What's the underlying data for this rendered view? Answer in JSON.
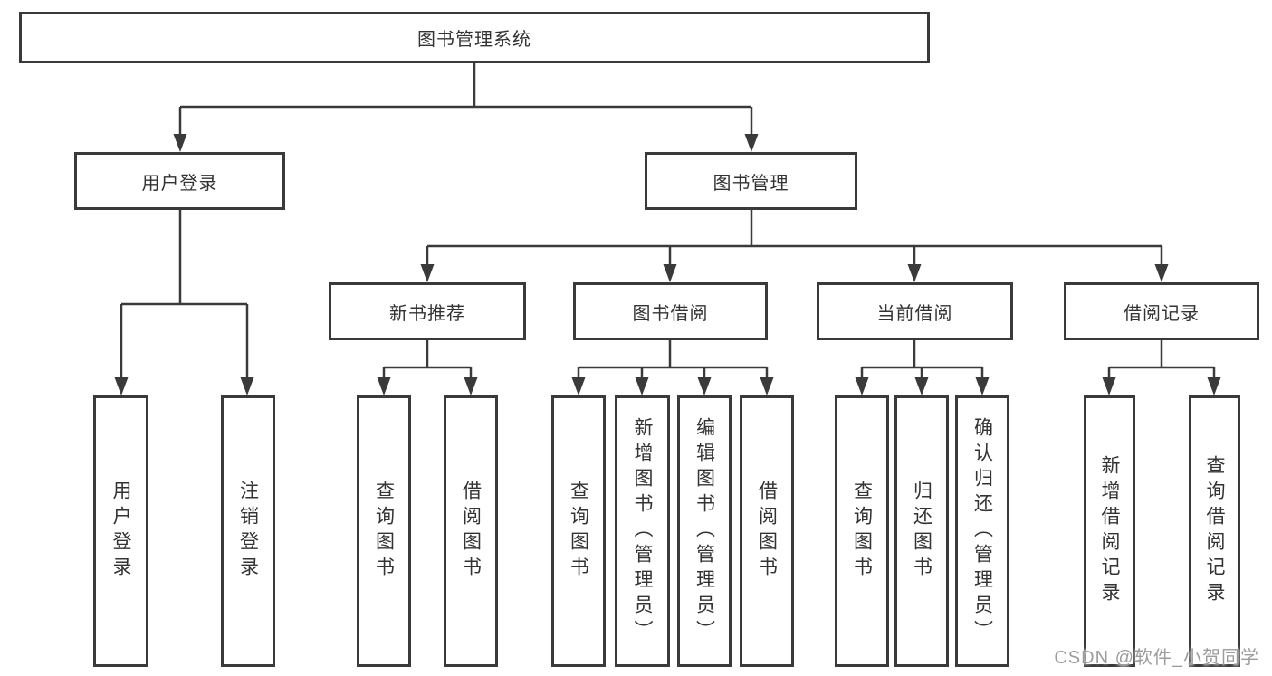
{
  "diagram": {
    "tree": {
      "label": "图书管理系统",
      "children": [
        {
          "label": "用户登录",
          "children": [
            {
              "label": "用户登录"
            },
            {
              "label": "注销登录"
            }
          ]
        },
        {
          "label": "图书管理",
          "children": [
            {
              "label": "新书推荐",
              "children": [
                {
                  "label": "查询图书"
                },
                {
                  "label": "借阅图书"
                }
              ]
            },
            {
              "label": "图书借阅",
              "children": [
                {
                  "label": "查询图书"
                },
                {
                  "label": "新增图书（管理员）"
                },
                {
                  "label": "编辑图书（管理员）"
                },
                {
                  "label": "借阅图书"
                }
              ]
            },
            {
              "label": "当前借阅",
              "children": [
                {
                  "label": "查询图书"
                },
                {
                  "label": "归还图书"
                },
                {
                  "label": "确认归还（管理员）"
                }
              ]
            },
            {
              "label": "借阅记录",
              "children": [
                {
                  "label": "新增借阅记录"
                },
                {
                  "label": "查询借阅记录"
                }
              ]
            }
          ]
        }
      ]
    },
    "watermark": "CSDN @软件_小贺同学",
    "colors": {
      "line": "#3a3a3a",
      "box_border": "#3a3a3a",
      "text": "#333333",
      "watermark": "#9c9c9c",
      "background": "#ffffff"
    }
  }
}
